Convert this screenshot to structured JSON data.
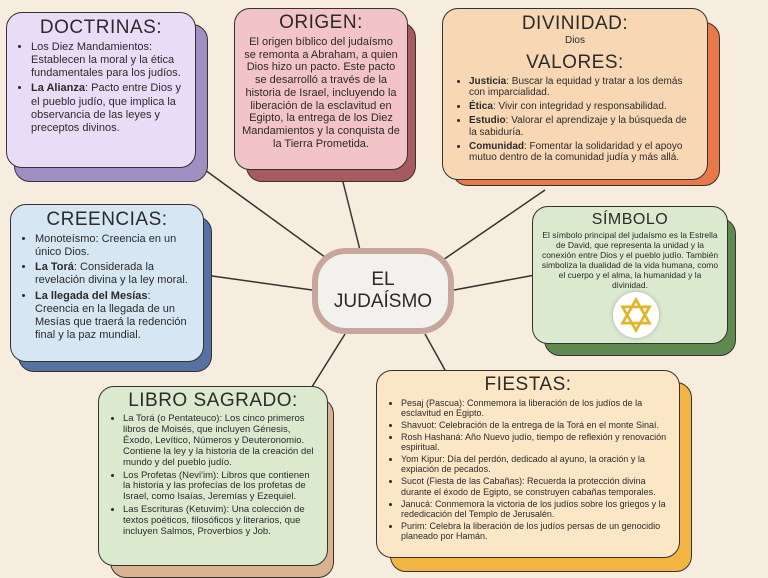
{
  "center": {
    "line1": "EL",
    "line2": "JUDAÍSMO"
  },
  "doctrinas": {
    "title": "DOCTRINAS:",
    "items": [
      {
        "bold": "",
        "text": "Los Diez Mandamientos: Establecen la moral y la ética fundamentales para los judíos."
      },
      {
        "bold": "La Alianza",
        "text": ": Pacto entre Dios y el pueblo judío, que implica la observancia de las leyes y preceptos divinos."
      }
    ]
  },
  "origen": {
    "title": "ORIGEN:",
    "text": "El origen bíblico del judaísmo se remonta a Abraham, a quien Dios hizo un pacto. Este pacto se desarrolló a través de la historia de Israel, incluyendo la liberación de la esclavitud en Egipto, la entrega de los Diez Mandamientos y la conquista de la Tierra Prometida."
  },
  "divinidad": {
    "title": "DIVINIDAD:",
    "text": "Dios",
    "valores_title": "VALORES:",
    "items": [
      {
        "bold": "Justicia",
        "text": ": Buscar la equidad y tratar a los demás con imparcialidad."
      },
      {
        "bold": "Ética",
        "text": ": Vivir con integridad y responsabilidad."
      },
      {
        "bold": "Estudio",
        "text": ": Valorar el aprendizaje y la búsqueda de la sabiduría."
      },
      {
        "bold": "Comunidad",
        "text": ": Fomentar la solidaridad y el apoyo mutuo dentro de la comunidad judía y más allá."
      }
    ]
  },
  "creencias": {
    "title": "CREENCIAS:",
    "items": [
      {
        "bold": "",
        "text": "Monoteísmo: Creencia en un único Dios."
      },
      {
        "bold": "La Torá",
        "text": ": Considerada la revelación divina y la ley moral."
      },
      {
        "bold": "La llegada del Mesías",
        "text": ": Creencia en la llegada de un Mesías que traerá la redención final y la paz mundial."
      }
    ]
  },
  "simbolo": {
    "title": "SÍMBOLO",
    "text": "El símbolo principal del judaísmo es la Estrella de David, que representa la unidad y la conexión entre Dios y el pueblo judío. También simboliza la dualidad de la vida humana, como el cuerpo y el alma, la humanidad y la divinidad.",
    "icon": "star-of-david-icon"
  },
  "libro": {
    "title": "LIBRO SAGRADO:",
    "items": [
      {
        "bold": "",
        "text": "La Torá (o Pentateuco): Los cinco primeros libros de Moisés, que incluyen Génesis, Éxodo, Levítico, Números y Deuteronomio. Contiene la ley y la historia de la creación del mundo y del pueblo judío."
      },
      {
        "bold": "",
        "text": "Los Profetas (Nevi'im): Libros que contienen la historia y las profecías de los profetas de Israel, como Isaías, Jeremías y Ezequiel."
      },
      {
        "bold": "",
        "text": "Las Escrituras (Ketuvim): Una colección de textos poéticos, filosóficos y literarios, que incluyen Salmos, Proverbios y Job."
      }
    ]
  },
  "fiestas": {
    "title": "FIESTAS:",
    "items": [
      {
        "bold": "",
        "text": "Pesaj (Pascua): Conmemora la liberación de los judíos de la esclavitud en Egipto."
      },
      {
        "bold": "",
        "text": "Shavuot: Celebración de la entrega de la Torá en el monte Sinaí."
      },
      {
        "bold": "",
        "text": "Rosh Hashaná: Año Nuevo judío, tiempo de reflexión y renovación espiritual."
      },
      {
        "bold": "",
        "text": "Yom Kipur: Día del perdón, dedicado al ayuno, la oración y la expiación de pecados."
      },
      {
        "bold": "",
        "text": "Sucot (Fiesta de las Cabañas): Recuerda la protección divina durante el éxodo de Egipto, se construyen cabañas temporales."
      },
      {
        "bold": "",
        "text": "Janucá: Conmemora la victoria de los judíos sobre los griegos y la rededicación del Templo de Jerusalén."
      },
      {
        "bold": "",
        "text": "Purim: Celebra la liberación de los judíos persas de un genocidio planeado por Hamán."
      }
    ]
  },
  "colors": {
    "doctrinas": "#e8dcf7",
    "doctrinas_shadow": "#9f8fc2",
    "origen": "#f2c3c7",
    "origen_shadow": "#a85b5e",
    "divinidad": "#f8d8b4",
    "divinidad_shadow": "#e9784a",
    "creencias": "#d6e6f2",
    "creencias_shadow": "#5672a3",
    "simbolo": "#dbe9cf",
    "simbolo_shadow": "#5f8a4e",
    "libro": "#dbe9cf",
    "libro_shadow": "#d9b38f",
    "fiestas": "#fbe6c6",
    "fiestas_shadow": "#f2b544"
  }
}
